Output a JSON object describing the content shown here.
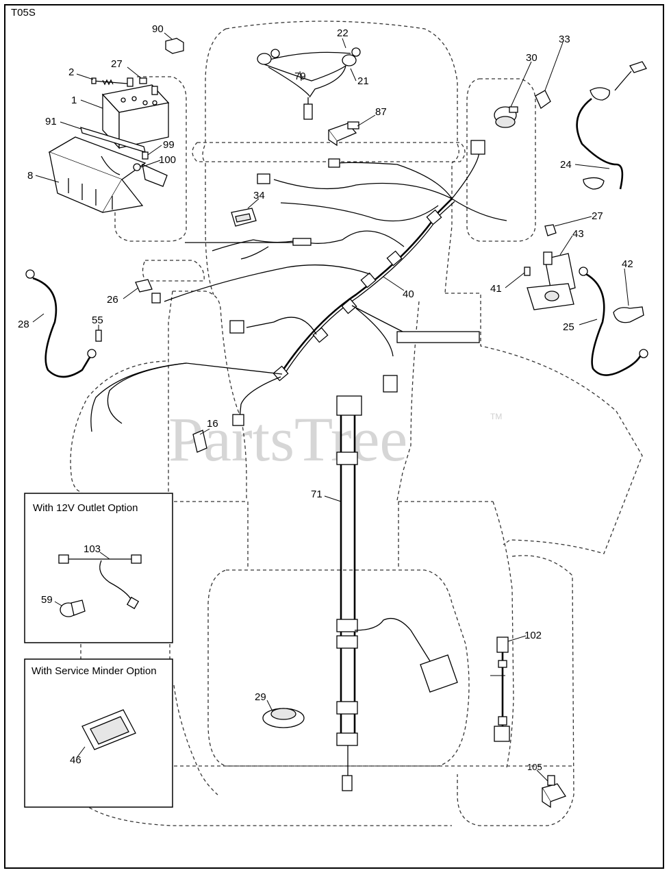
{
  "diagram": {
    "code": "T05S",
    "watermark": "PartsTree",
    "watermark_tm": "TM",
    "inset_12v": {
      "title": "With 12V Outlet Option"
    },
    "inset_service": {
      "title": "With Service Minder Option"
    },
    "callouts": {
      "c90": "90",
      "c22": "22",
      "c33": "33",
      "c2": "2",
      "c27a": "27",
      "c79": "79",
      "c21": "21",
      "c30": "30",
      "c1": "1",
      "c87": "87",
      "c91": "91",
      "c99": "99",
      "c100": "100",
      "c24": "24",
      "c8": "8",
      "c34": "34",
      "c27b": "27",
      "c43": "43",
      "c42": "42",
      "c41": "41",
      "c26": "26",
      "c40": "40",
      "c28": "28",
      "c55": "55",
      "c25": "25",
      "c16": "16",
      "c71": "71",
      "c103": "103",
      "c59": "59",
      "c102": "102",
      "c29": "29",
      "c46": "46",
      "c105": "105"
    }
  }
}
